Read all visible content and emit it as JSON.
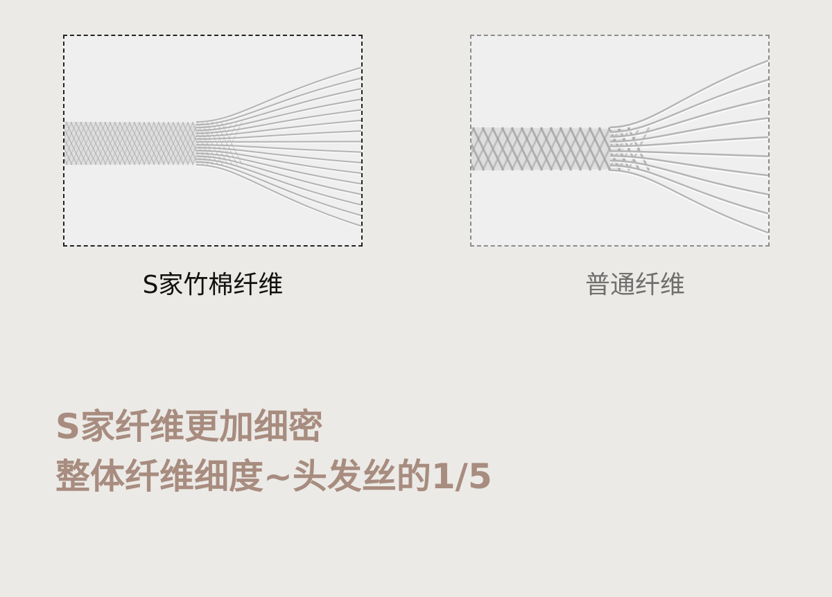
{
  "comparison": {
    "left": {
      "caption": "S家竹棉纤维"
    },
    "right": {
      "caption": "普通纤维"
    }
  },
  "headline": {
    "line1": "S家纤维更加细密",
    "line2": "整体纤维细度~头发丝的1/5"
  },
  "colors": {
    "background": "#ECEAE6",
    "headline": "#A78C7F",
    "caption_left": "#111111",
    "caption_right": "#6F6F6F"
  }
}
